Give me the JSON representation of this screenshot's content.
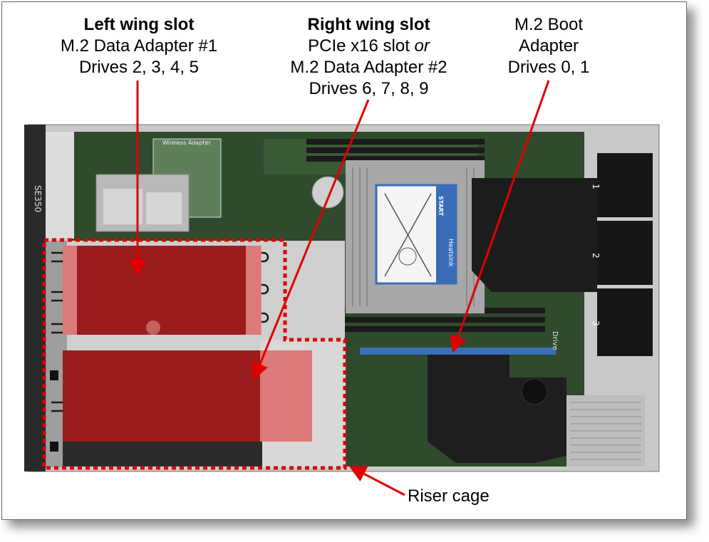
{
  "callouts": {
    "left_wing": {
      "title": "Left wing slot",
      "line1": "M.2 Data Adapter #1",
      "line2": "Drives 2, 3, 4, 5"
    },
    "right_wing": {
      "title": "Right wing slot",
      "line1_a": "PCIe x16 slot ",
      "line1_b": "or",
      "line2": "M.2 Data Adapter #2",
      "line3": "Drives 6, 7, 8, 9"
    },
    "boot": {
      "line1": "M.2 Boot",
      "line2": "Adapter",
      "line3": "Drives 0, 1"
    },
    "riser": {
      "label": "Riser cage"
    }
  },
  "board": {
    "chassis_label": "SE350",
    "heatsink_label": "Heatsink",
    "start_label": "START",
    "wireless_label": "Wireless Adapter",
    "fans": [
      "1",
      "2",
      "3"
    ],
    "drive_label": "Drive"
  },
  "colors": {
    "highlight_fill": "#9b1c1c",
    "highlight_light": "#e88a8a",
    "arrow": "#e00000",
    "pcb": "#2f4a2c"
  }
}
